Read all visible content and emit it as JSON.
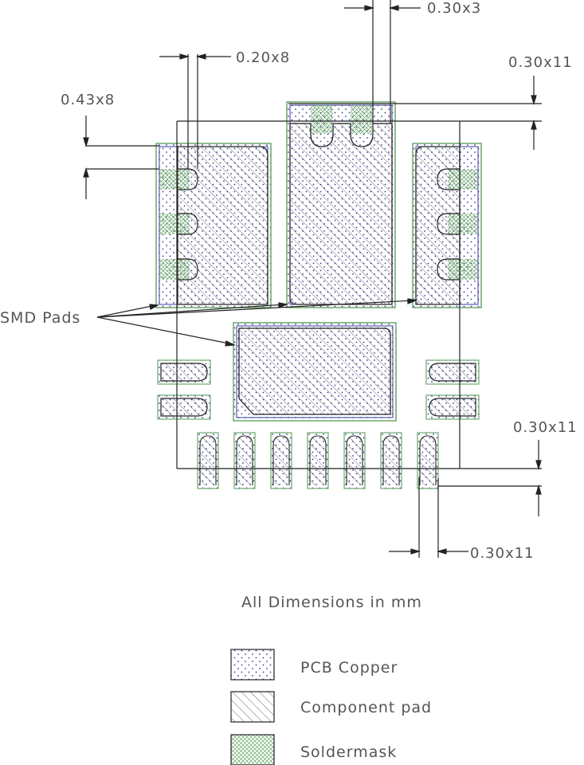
{
  "dimensions": {
    "top_pads": "0.30x3",
    "top_inner": "0.20x8",
    "top_right": "0.30x11",
    "left_pitch": "0.43x8",
    "bottom_right": "0.30x11",
    "bottom_width": "0.30x11"
  },
  "labels": {
    "smd_pads": "SMD Pads",
    "all_dimensions": "All Dimensions in mm"
  },
  "legend": [
    {
      "pattern": "copper",
      "label": "PCB Copper"
    },
    {
      "pattern": "component",
      "label": "Component pad"
    },
    {
      "pattern": "soldermask",
      "label": "Soldermask"
    }
  ],
  "colors": {
    "copper_dots": "#3a3aa0",
    "soldermask": "#6aa86a",
    "hatch": "#333333",
    "dimension_lines": "#222222"
  }
}
